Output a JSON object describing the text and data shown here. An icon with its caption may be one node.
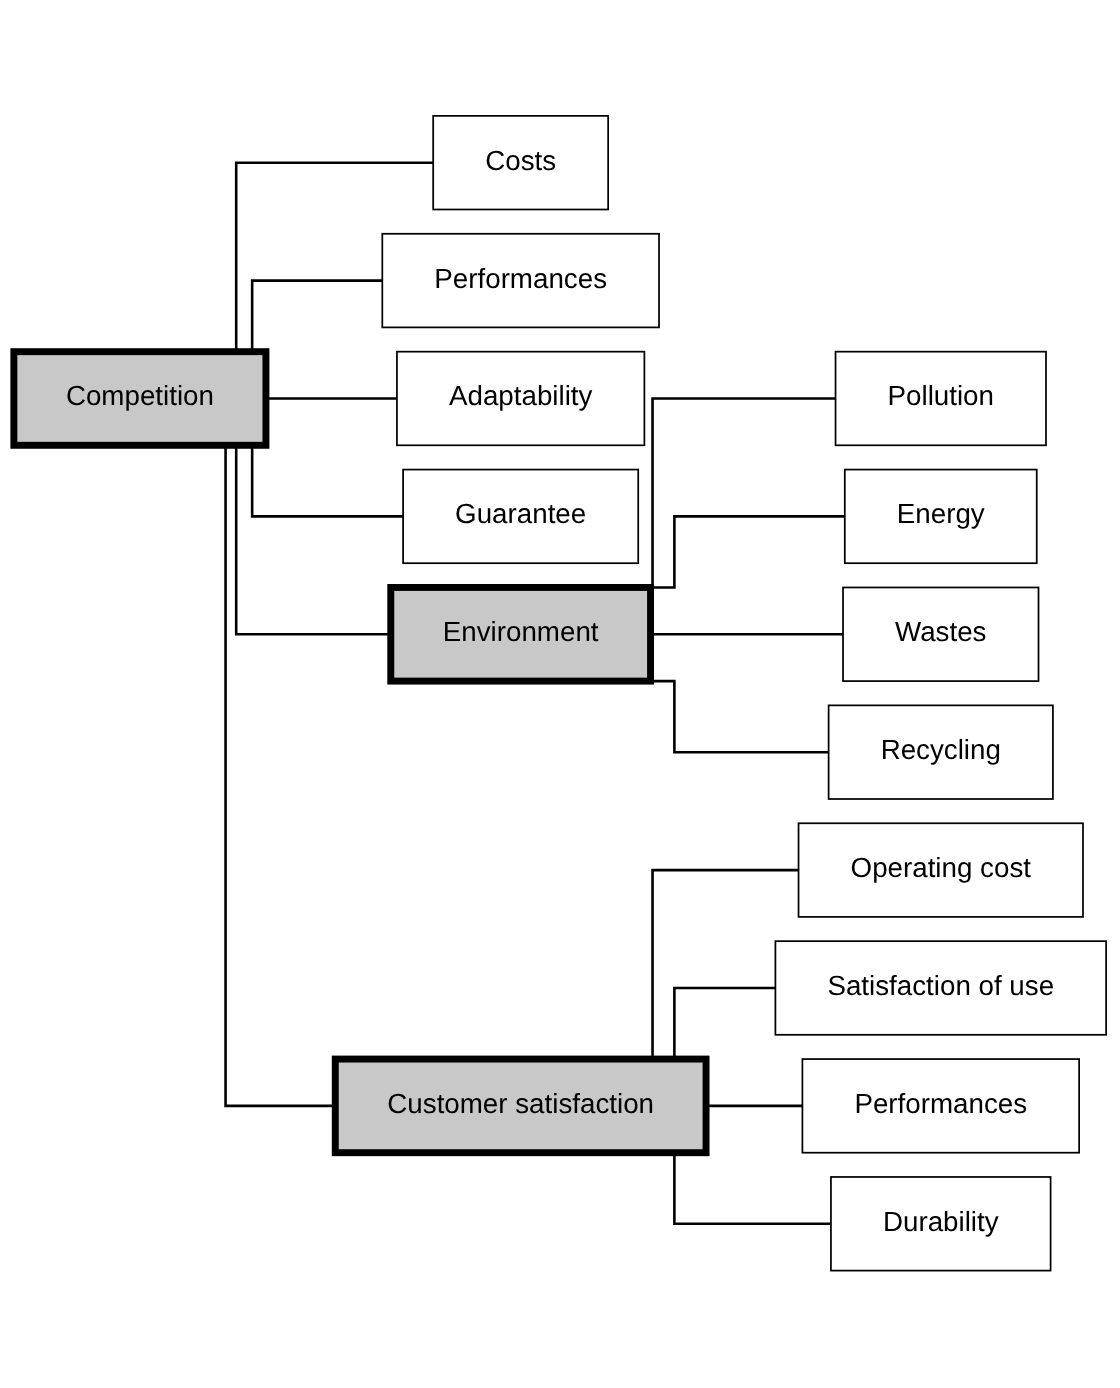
{
  "diagram": {
    "nodes": [
      {
        "text": [
          "Competition"
        ]
      },
      {
        "text": [
          "Costs"
        ]
      },
      {
        "text": [
          "Performances"
        ]
      },
      {
        "text": [
          "Adaptability"
        ]
      },
      {
        "text": [
          "Guarantee"
        ]
      },
      {
        "text": [
          "Environment"
        ]
      },
      {
        "text": [
          "Pollution"
        ]
      },
      {
        "text": [
          "Energy"
        ]
      },
      {
        "text": [
          "Wastes"
        ]
      },
      {
        "text": [
          "Recycling"
        ]
      },
      {
        "text": [
          "Customer satisfaction"
        ]
      },
      {
        "text": [
          "Operating cost"
        ]
      },
      {
        "text": [
          "Satisfaction of use"
        ]
      },
      {
        "text": [
          "Performances"
        ]
      },
      {
        "text": [
          "Durability"
        ]
      }
    ],
    "edges": [
      {
        "from": 0,
        "to": 5,
        "arrow": "none"
      },
      {
        "from": 0,
        "to": 10,
        "arrow": "none"
      },
      {
        "from": 0,
        "to": 1,
        "arrow": "none"
      },
      {
        "from": 0,
        "to": 2,
        "arrow": "none"
      },
      {
        "from": 0,
        "to": 3,
        "arrow": "none"
      },
      {
        "from": 0,
        "to": 4,
        "arrow": "none"
      },
      {
        "from": 5,
        "to": 6,
        "arrow": "none"
      },
      {
        "from": 5,
        "to": 7,
        "arrow": "none"
      },
      {
        "from": 5,
        "to": 8,
        "arrow": "none"
      },
      {
        "from": 5,
        "to": 9,
        "arrow": "none"
      },
      {
        "from": 10,
        "to": 11,
        "arrow": "none"
      },
      {
        "from": 10,
        "to": 12,
        "arrow": "none"
      },
      {
        "from": 10,
        "to": 13,
        "arrow": "none"
      },
      {
        "from": 10,
        "to": 14,
        "arrow": "none"
      }
    ]
  }
}
